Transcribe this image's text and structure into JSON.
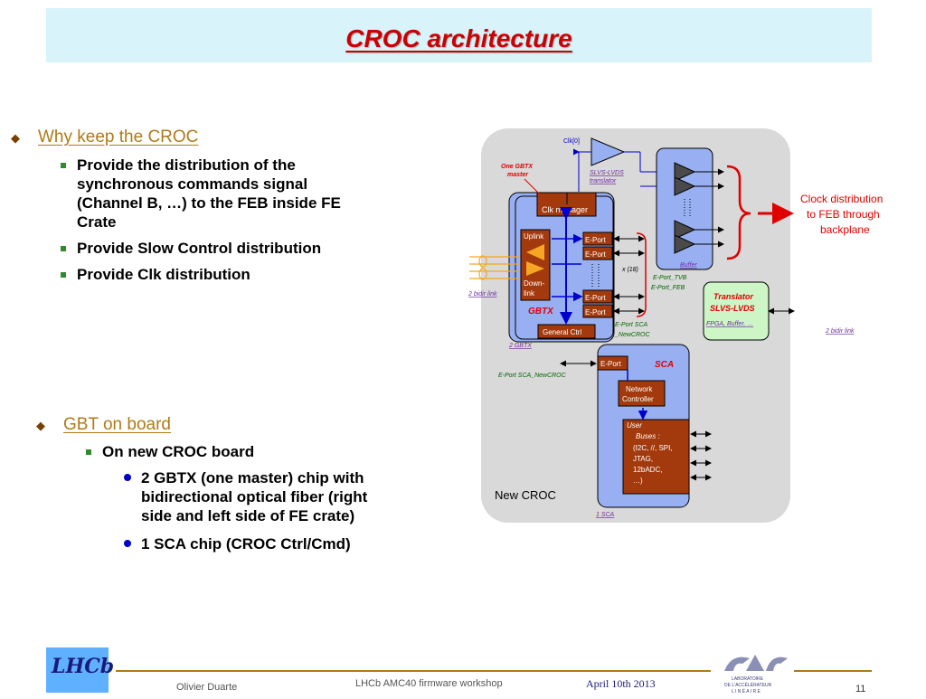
{
  "slide": {
    "title": "CROC architecture",
    "section1": {
      "heading": "Why keep the CROC",
      "bullets": [
        [
          "Provide the distribution of the",
          "synchronous commands signal",
          "(Channel B, …) to the FEB inside FE",
          "Crate"
        ],
        [
          "Provide Slow Control distribution"
        ],
        [
          "Provide Clk distribution"
        ]
      ]
    },
    "section2": {
      "heading": "GBT on board",
      "sub": "On new CROC board",
      "bullets": [
        [
          "2 GBTX (one master) chip with",
          "bidirectional optical fiber (right",
          "side and left side of FE crate)"
        ],
        [
          "1 SCA chip (CROC Ctrl/Cmd)"
        ]
      ]
    }
  },
  "diagram": {
    "clk": "Clk[0]",
    "one_gbtx_master": [
      "One GBTX",
      "master"
    ],
    "slvs_translator": [
      "SLVS-LVDS",
      "translator"
    ],
    "clk_manager": "Clk manager",
    "uplink": "Uplink",
    "downlink": [
      "Down-",
      "link"
    ],
    "eport": "E-Port",
    "gbtx": "GBTX",
    "general_ctrl": "General Ctrl",
    "two_bidir_left": "2 bidir link",
    "two_bidir_right": "2 bidir link",
    "two_gbtx": "2 GBTX",
    "x18": "x (18)",
    "eport_tvb": "E-Port_TVB",
    "eport_feb": "E-Port_FEB",
    "eport_sca_newcroc": [
      "E-Port SCA",
      "_NewCROC"
    ],
    "eport_sca_newcroc_left": "E-Port SCA_NewCROC",
    "buffer": "Buffer",
    "translator_box": [
      "Translator",
      "SLVS-LVDS"
    ],
    "fpga_buffer": "FPGA, Buffer, …",
    "clock_dist": [
      "Clock distribution",
      "to FEB through",
      "backplane"
    ],
    "sca": "SCA",
    "network_controller": [
      "Network",
      "Controller"
    ],
    "user_buses": [
      "User",
      "Buses :",
      "(I2C, //, SPI,",
      "JTAG,",
      "12bADC,",
      "…)"
    ],
    "new_croc": "New CROC",
    "one_sca": "1 SCA"
  },
  "footer": {
    "author": "Olivier Duarte",
    "workshop": "LHCb AMC40 firmware workshop",
    "date": "April 10th 2013",
    "page": "11",
    "lhcb_logo": "LHCb",
    "lal_logo_text": [
      "LABORATOIRE",
      "DE L'ACCÉLÉRATEUR",
      "L I N É A I R E"
    ]
  },
  "colors": {
    "title": "#cc0000",
    "heading": "#b07a17",
    "bullet_square": "#2e8b2e",
    "bullet_dot": "#0000cc",
    "chip_fill": "#98b0f2",
    "port_fill": "#a33a0d",
    "translator_fill": "#cdf5c6",
    "board_fill": "#d9d9d9",
    "red": "#e00000"
  }
}
